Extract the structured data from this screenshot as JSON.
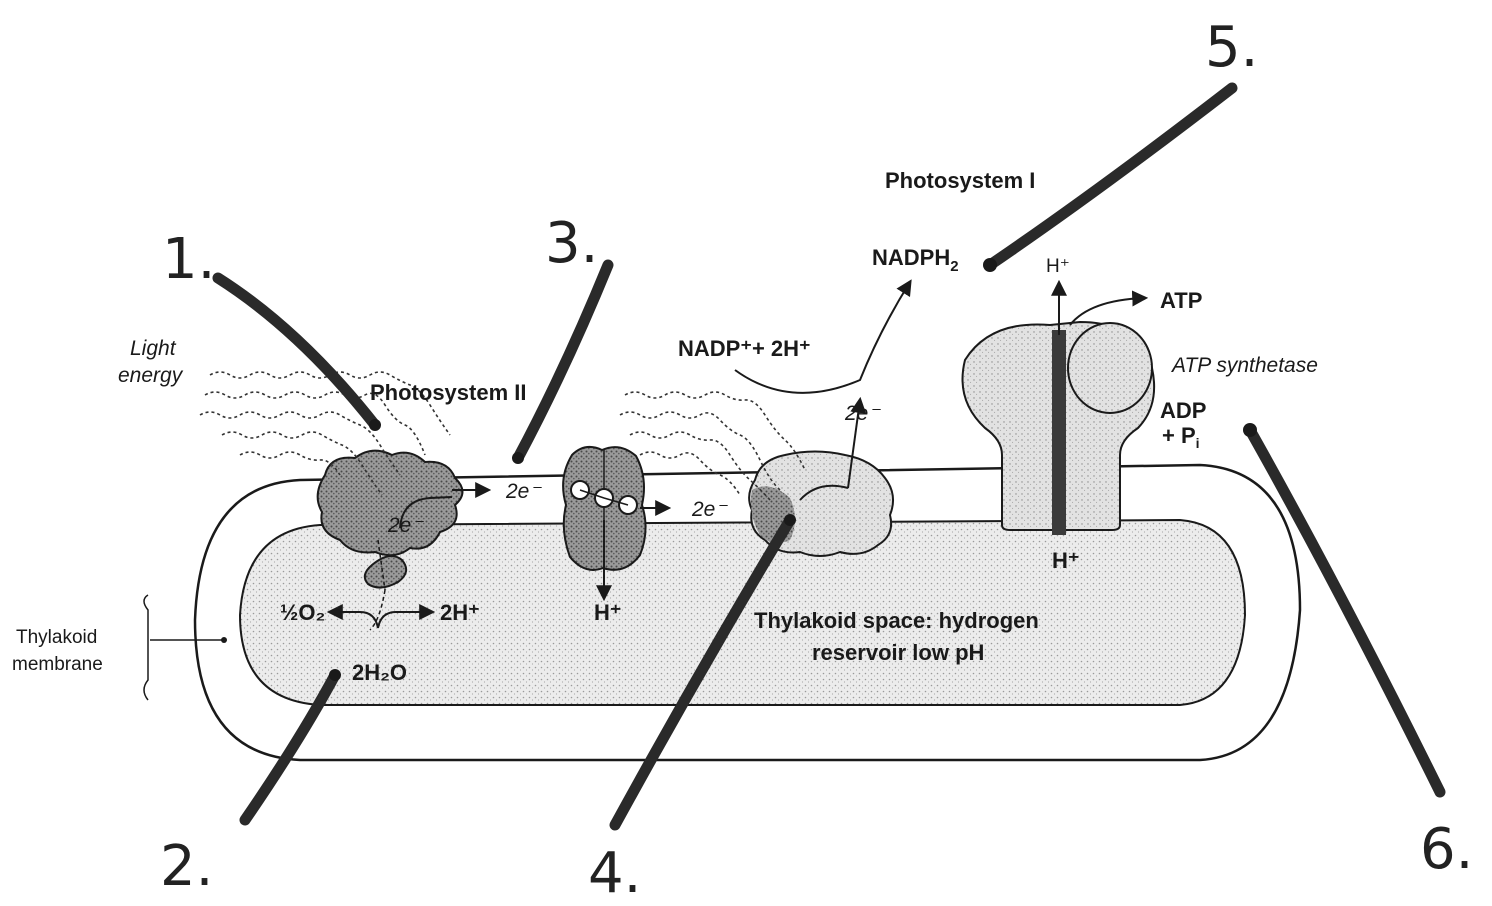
{
  "labels": {
    "light_energy_1": "Light",
    "light_energy_2": "energy",
    "photosystem_ii": "Photosystem II",
    "photosystem_i": "Photosystem I",
    "nadph2": "NADPH",
    "nadph2_sub": "2",
    "nadp_plus": "NADP⁺+ 2H⁺",
    "atp": "ATP",
    "atp_synthetase": "ATP synthetase",
    "adp": "ADP",
    "pi": "+ P",
    "pi_sub": "i",
    "h_plus_top": "H⁺",
    "h_plus_mid": "H⁺",
    "h_plus_bottom": "H⁺",
    "e_ps2_out": "2e⁻",
    "e_ps2_in": "2e⁻",
    "e_cyt": "2e⁻",
    "e_ps1": "2e⁻",
    "o2": "½O₂",
    "two_h": "2H⁺",
    "water": "2H₂O",
    "thylakoid_space_1": "Thylakoid space: hydrogen",
    "thylakoid_space_2": "reservoir low pH",
    "thylakoid_membrane_1": "Thylakoid",
    "thylakoid_membrane_2": "membrane"
  },
  "markers": {
    "m1": "1.",
    "m2": "2.",
    "m3": "3.",
    "m4": "4.",
    "m5": "5.",
    "m6": "6."
  },
  "colors": {
    "ink": "#1a1a1a",
    "stipple": "#e6e6e6",
    "protein_dark": "#8a8a8a",
    "protein_light": "#dcdcdc"
  }
}
